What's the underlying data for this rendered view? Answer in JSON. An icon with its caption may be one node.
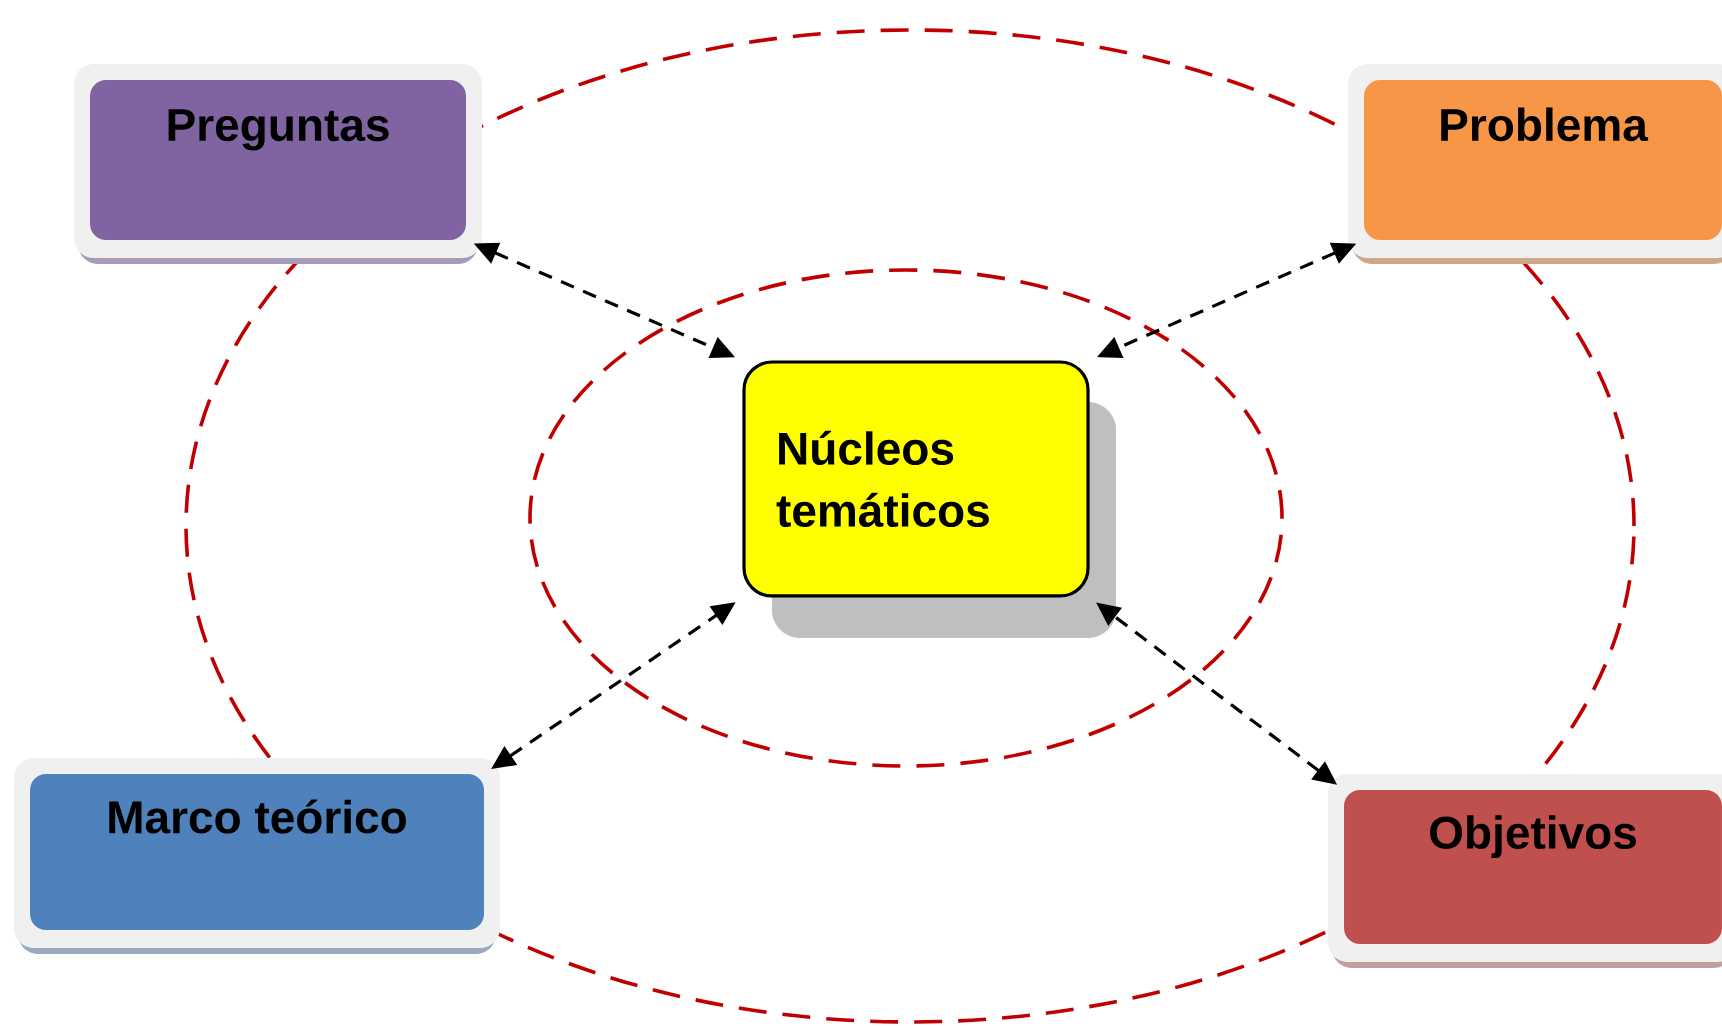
{
  "diagram": {
    "nodes": [
      {
        "text": [
          "Preguntas"
        ]
      },
      {
        "text": [
          "Problema"
        ]
      },
      {
        "text": [
          "Núcleos temáticos"
        ]
      },
      {
        "text": [
          "Marco teórico"
        ]
      },
      {
        "text": [
          "Objetivos"
        ]
      }
    ],
    "edges": [
      {
        "from": 0,
        "to": 2,
        "arrow": "both",
        "style": "dashed"
      },
      {
        "from": 1,
        "to": 2,
        "arrow": "both",
        "style": "dashed"
      },
      {
        "from": 3,
        "to": 2,
        "arrow": "both",
        "style": "dashed"
      },
      {
        "from": 4,
        "to": 2,
        "arrow": "both",
        "style": "dashed"
      }
    ]
  }
}
